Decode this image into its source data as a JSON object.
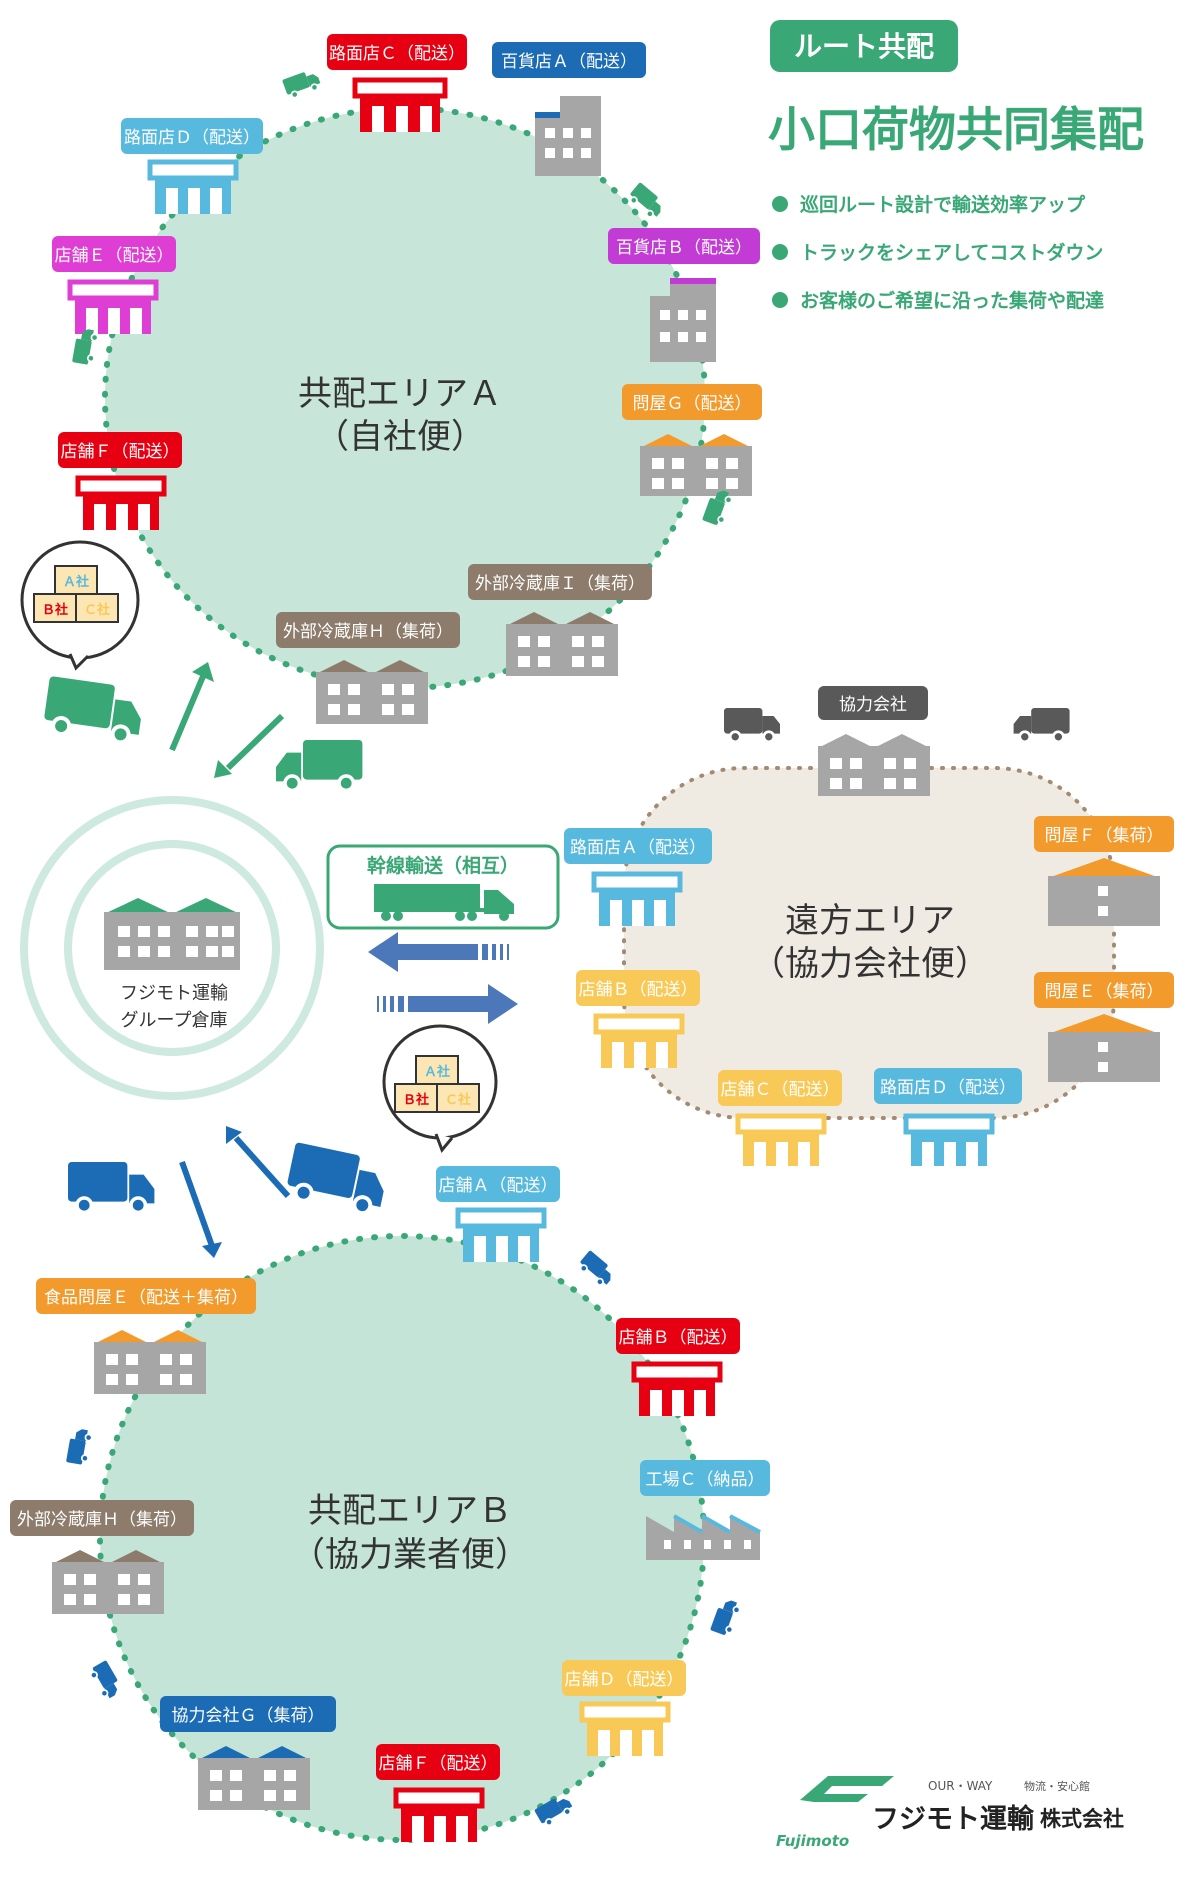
{
  "header": {
    "tag": "ルート共配",
    "title": "小口荷物共同集配",
    "bullets": [
      "巡回ルート設計で輸送効率アップ",
      "トラックをシェアしてコストダウン",
      "お客様のご希望に沿った集荷や配達"
    ]
  },
  "colors": {
    "green": "#3aa876",
    "blue": "#1f6fb8",
    "areaA": "#c7e5d9",
    "areaB": "#c5e4d8",
    "remote": "#efebe3",
    "gray": "#a6a6a6",
    "red": "#e60012",
    "orange": "#f39a2c",
    "purple": "#c23bd4",
    "magenta": "#de3ed4",
    "lightblue": "#58b9de",
    "yellow": "#f8c957",
    "darkblue": "#1c6cb5",
    "brown": "#8d7c6b"
  },
  "areaA": {
    "name": "共配エリアＡ",
    "sub": "（自社便）",
    "nodes": [
      {
        "label": "路面店Ｃ（配送）",
        "color": "#e60012"
      },
      {
        "label": "百貨店Ａ（配送）",
        "color": "#1c6cb5"
      },
      {
        "label": "路面店Ｄ（配送）",
        "color": "#58b9de"
      },
      {
        "label": "店舗Ｅ（配送）",
        "color": "#de3ed4"
      },
      {
        "label": "百貨店Ｂ（配送）",
        "color": "#c23bd4"
      },
      {
        "label": "問屋Ｇ（配送）",
        "color": "#f39a2c"
      },
      {
        "label": "店舗Ｆ（配送）",
        "color": "#e60012"
      },
      {
        "label": "外部冷蔵庫Ｉ（集荷）",
        "color": "#8d7c6b"
      },
      {
        "label": "外部冷蔵庫Ｈ（集荷）",
        "color": "#8d7c6b"
      }
    ]
  },
  "remote": {
    "name": "遠方エリア",
    "sub": "（協力会社便）",
    "partner": "協力会社",
    "nodes": [
      {
        "label": "路面店Ａ（配送）",
        "color": "#58b9de"
      },
      {
        "label": "問屋Ｆ（集荷）",
        "color": "#f39a2c"
      },
      {
        "label": "店舗Ｂ（配送）",
        "color": "#f8c957"
      },
      {
        "label": "問屋Ｅ（集荷）",
        "color": "#f39a2c"
      },
      {
        "label": "店舗Ｃ（配送）",
        "color": "#f8c957"
      },
      {
        "label": "路面店Ｄ（配送）",
        "color": "#58b9de"
      }
    ]
  },
  "areaB": {
    "name": "共配エリアＢ",
    "sub": "（協力業者便）",
    "nodes": [
      {
        "label": "店舗Ａ（配送）",
        "color": "#58b9de"
      },
      {
        "label": "食品問屋Ｅ（配送＋集荷）",
        "color": "#f39a2c"
      },
      {
        "label": "店舗Ｂ（配送）",
        "color": "#e60012"
      },
      {
        "label": "工場Ｃ（納品）",
        "color": "#58b9de"
      },
      {
        "label": "外部冷蔵庫Ｈ（集荷）",
        "color": "#8d7c6b"
      },
      {
        "label": "店舗Ｄ（配送）",
        "color": "#f8c957"
      },
      {
        "label": "協力会社Ｇ（集荷）",
        "color": "#1c6cb5"
      },
      {
        "label": "店舗Ｆ（配送）",
        "color": "#e60012"
      }
    ]
  },
  "hub": {
    "line1": "フジモト運輸",
    "line2": "グループ倉庫"
  },
  "trunk": {
    "label": "幹線輸送（相互）"
  },
  "boxes": {
    "a": "Ａ社",
    "b": "Ｂ社",
    "c": "Ｃ社"
  },
  "footer": {
    "slogan": "OUR・WAY",
    "slogan2": "物流・安心館",
    "brand": "Fujimoto",
    "company": "フジモト運輸",
    "suffix": "株式会社"
  }
}
